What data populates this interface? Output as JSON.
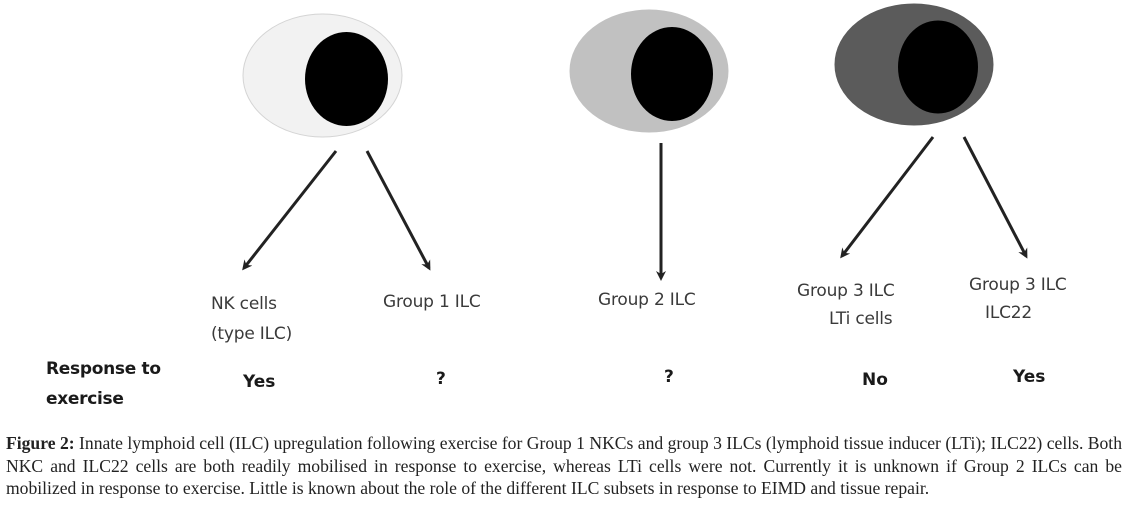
{
  "diagram": {
    "cells": [
      {
        "id": "group1",
        "cytoplasm_color": "#f2f2f2",
        "cytoplasm_stroke": "#d4d4d4",
        "nucleus_color": "#000000"
      },
      {
        "id": "group2",
        "cytoplasm_color": "#c1c1c1",
        "cytoplasm_stroke": "#c1c1c1",
        "nucleus_color": "#000000"
      },
      {
        "id": "group3",
        "cytoplasm_color": "#5b5b5b",
        "cytoplasm_stroke": "#5b5b5b",
        "nucleus_color": "#000000"
      }
    ],
    "arrow_color": "#222222",
    "row_header": {
      "line1": "Response to",
      "line2": "exercise"
    },
    "subsets": [
      {
        "name_line1": "NK cells",
        "name_line2": "(type ILC)",
        "response": "Yes"
      },
      {
        "name_line1": "Group 1 ILC",
        "name_line2": "",
        "response": "?"
      },
      {
        "name_line1": "Group 2 ILC",
        "name_line2": "",
        "response": "?"
      },
      {
        "name_line1": "Group 3 ILC",
        "name_line2": "LTi cells",
        "response": "No"
      },
      {
        "name_line1": "Group 3 ILC",
        "name_line2": "ILC22",
        "response": "Yes"
      }
    ]
  },
  "caption": {
    "label": "Figure 2:",
    "text": " Innate lymphoid cell (ILC) upregulation following exercise for Group 1 NKCs and group 3 ILCs (lymphoid tissue inducer (LTi); ILC22) cells. Both NKC and ILC22 cells are both readily mobilised in response to exercise, whereas LTi cells were not. Currently it is unknown if Group 2 ILCs can be mobilized in response to exercise. Little is known about the role of the different ILC subsets in response to EIMD and tissue repair."
  }
}
